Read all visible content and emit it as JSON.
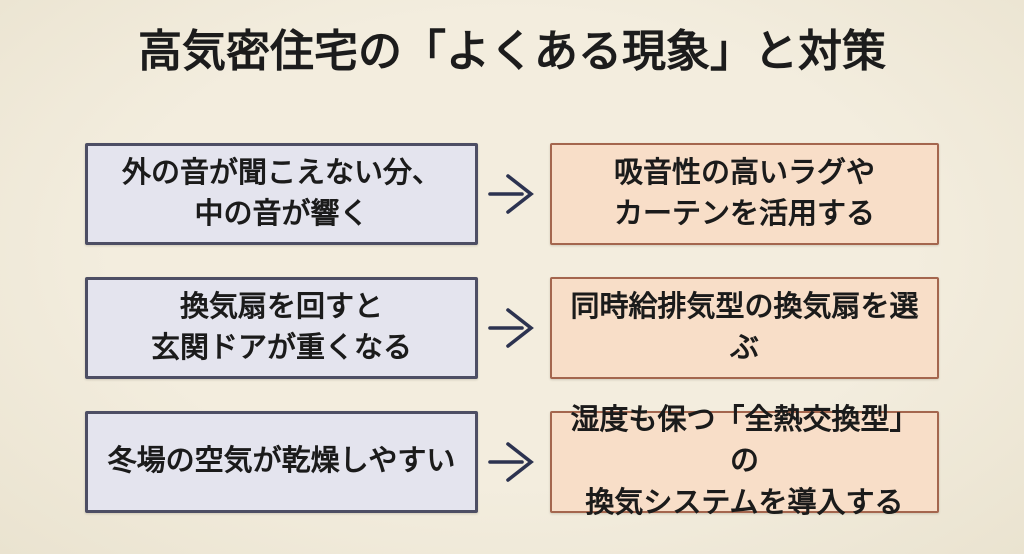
{
  "title": "高気密住宅の「よくある現象」と対策",
  "colors": {
    "background": "#f3edde",
    "background_edge": "#eae3d0",
    "title_text": "#1c1c1c",
    "box_text": "#1b1b1b",
    "problem_box_bg": "#e4e4ee",
    "problem_box_border": "#4d4e64",
    "solution_box_bg": "#f8dec8",
    "solution_box_border": "#a4664e",
    "arrow": "#2c3350"
  },
  "rows": [
    {
      "problem": "外の音が聞こえない分、\n中の音が響く",
      "solution": "吸音性の高いラグや\nカーテンを活用する"
    },
    {
      "problem": "換気扇を回すと\n玄関ドアが重くなる",
      "solution": "同時給排気型の換気扇を選ぶ"
    },
    {
      "problem": "冬場の空気が乾燥しやすい",
      "solution": "湿度も保つ「全熱交換型」の\n換気システムを導入する"
    }
  ]
}
